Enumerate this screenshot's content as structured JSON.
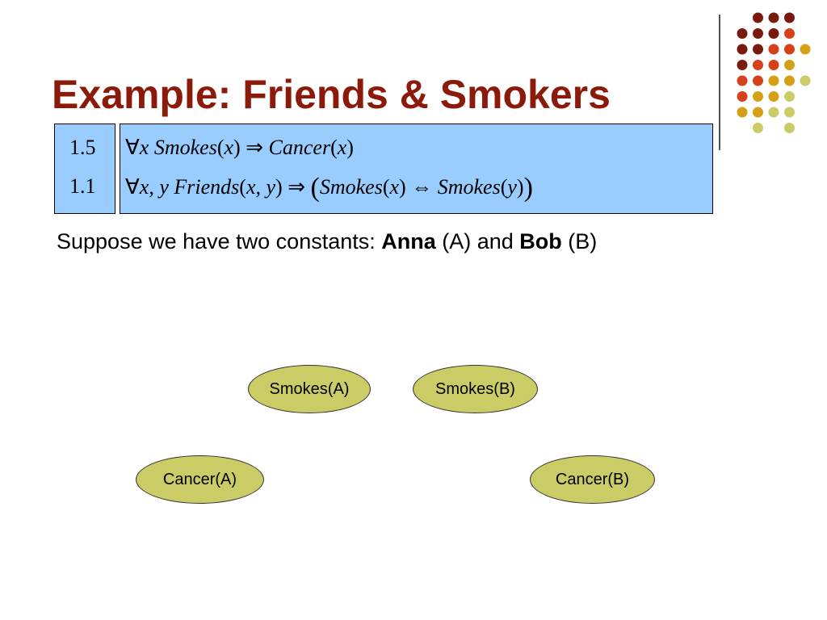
{
  "slide": {
    "title": "Example: Friends & Smokers",
    "formulas": [
      {
        "weight": "1.5",
        "forall": "∀",
        "vars": "x",
        "lhs_pred": "Smokes",
        "lhs_open": "(",
        "lhs_var": "x",
        "lhs_close": ")",
        "implies": "⇒",
        "rhs_pred": "Cancer",
        "rhs_open": "(",
        "rhs_var": "x",
        "rhs_close": ")"
      },
      {
        "weight": "1.1",
        "forall": "∀",
        "vars": "x, y",
        "lhs_pred": "Friends",
        "lhs_open": "(",
        "lhs_var": "x, y",
        "lhs_close": ")",
        "implies": "⇒",
        "group_open": "(",
        "a_pred": "Smokes",
        "a_open": "(",
        "a_var": "x",
        "a_close": ")",
        "iff": "⇔",
        "b_pred": "Smokes",
        "b_open": "(",
        "b_var": "y",
        "b_close": ")",
        "group_close": ")"
      }
    ],
    "sentence": {
      "prefix": "Suppose we have two constants: ",
      "const1": "Anna",
      "abbr1": " (A) and ",
      "const2": "Bob",
      "abbr2": " (B)"
    },
    "nodes": {
      "smokes_a": "Smokes(A)",
      "smokes_b": "Smokes(B)",
      "cancer_a": "Cancer(A)",
      "cancer_b": "Cancer(B)"
    },
    "colors": {
      "title": "#8b1a0a",
      "formula_box": "#99ccff",
      "node_fill": "#cccc66",
      "dot_palette": [
        "#7a1a0e",
        "#d6401a",
        "#d4a017",
        "#cccc66"
      ]
    }
  }
}
